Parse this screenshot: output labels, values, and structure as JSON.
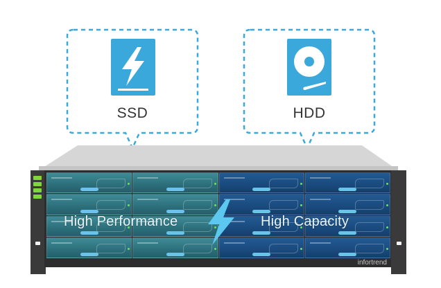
{
  "callouts": [
    {
      "label": "SSD",
      "icon": "lightning-drive-icon"
    },
    {
      "label": "HDD",
      "icon": "hard-disk-icon"
    }
  ],
  "storage": {
    "left_label": "High Performance",
    "right_label": "High Capacity",
    "center_icon": "lightning-bolt-icon",
    "brand": "infortrend"
  },
  "colors": {
    "accent": "#3aa8da",
    "ssd_bays": "#2c6f7b",
    "hdd_bays": "#1a4a7e",
    "bolt": "#5cc8f0",
    "status_led": "#7ed83c"
  }
}
